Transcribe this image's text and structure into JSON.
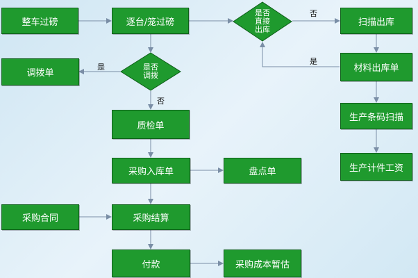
{
  "nodes": {
    "whole_vehicle_weigh": "整车过磅",
    "per_bag_weigh": "逐台/笼过磅",
    "scan_out": "扫描出库",
    "transfer_order": "调拨单",
    "material_out": "材料出库单",
    "quality_order": "质检单",
    "barcode_scan": "生产条码扫描",
    "purchase_in": "采购入库单",
    "inventory_count": "盘点单",
    "piece_wage": "生产计件工资",
    "purchase_contract": "采购合同",
    "purchase_settle": "采购结算",
    "payment": "付款",
    "cost_estimate": "采购成本暂估"
  },
  "decisions": {
    "direct_out": [
      "是否",
      "直接",
      "出库"
    ],
    "transfer": [
      "是否",
      "调拨"
    ]
  },
  "edge_labels": {
    "direct_no": "否",
    "direct_yes": "是",
    "transfer_yes": "是",
    "transfer_no": "否"
  },
  "colors": {
    "node_fill": "#1f9a2e",
    "node_border": "#0f5f1a",
    "edge": "#7a8ea6",
    "background": "#dbeef8"
  }
}
